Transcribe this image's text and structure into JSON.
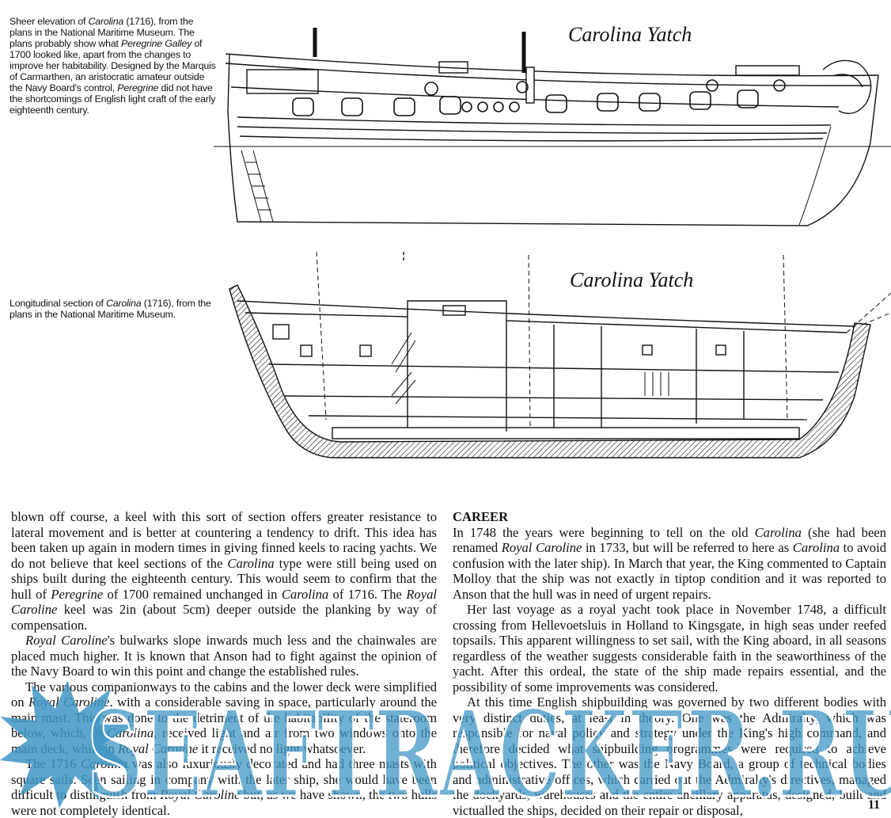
{
  "figures": {
    "sheer": {
      "title": "Carolina Yatch",
      "caption": [
        [
          "Sheer elevation of ",
          false
        ],
        [
          "Carolina",
          true
        ],
        [
          " (1716), from the plans in the National Maritime Museum. The plans probably show what ",
          false
        ],
        [
          "Peregrine Galley",
          true
        ],
        [
          " of 1700 looked like, apart from the changes to improve her habitability. Designed by the Marquis of Carmarthen, an aristocratic amateur outside the Navy Board's control, ",
          false
        ],
        [
          "Peregrine",
          true
        ],
        [
          " did not have the shortcomings of English light craft of the early eighteenth century.",
          false
        ]
      ]
    },
    "section": {
      "title": "Carolina Yatch",
      "caption": [
        [
          "Longitudinal section of ",
          false
        ],
        [
          "Carolina",
          true
        ],
        [
          " (1716), from the plans in the National Maritime Museum.",
          false
        ]
      ]
    }
  },
  "left_column": [
    {
      "indent": false,
      "segments": [
        [
          "blown off course, a keel with this sort of section offers greater resistance to lateral movement and is better at countering a tendency to drift. This idea has been taken up again in modern times in giving finned keels to racing yachts. We do not believe that keel sections of the ",
          false
        ],
        [
          "Carolina",
          true
        ],
        [
          " type were still being used on ships built during the eighteenth century. This would seem to confirm that the hull of ",
          false
        ],
        [
          "Peregrine",
          true
        ],
        [
          " of 1700 remained unchanged in ",
          false
        ],
        [
          "Carolina",
          true
        ],
        [
          " of 1716. The ",
          false
        ],
        [
          "Royal Caroline",
          true
        ],
        [
          " keel was 2in (about 5cm) deeper outside the planking by way of compensation.",
          false
        ]
      ]
    },
    {
      "indent": true,
      "segments": [
        [
          "Royal Caroline",
          true
        ],
        [
          "'s bulwarks slope inwards much less and the chainwales are placed much higher. It is known that Anson had to fight against the opinion of the Navy Board to win this point and change the established rules.",
          false
        ]
      ]
    },
    {
      "indent": true,
      "segments": [
        [
          "The various companionways to the cabins and the lower deck were simplified on ",
          false
        ],
        [
          "Royal Caroline",
          true
        ],
        [
          ", with a considerable saving in space, particularly around the main mast. This was done to the detriment of the habitability of the stateroom below, which, in ",
          false
        ],
        [
          "Carolina",
          true
        ],
        [
          ", received light and air from two windows onto the main deck, while in ",
          false
        ],
        [
          "Royal Caroline",
          true
        ],
        [
          " it received no light whatsoever.",
          false
        ]
      ]
    },
    {
      "indent": true,
      "segments": [
        [
          "The 1716 ",
          false
        ],
        [
          "Carolina",
          true
        ],
        [
          " was also luxuriously decorated and had three masts with square sails. Seen sailing in company with the later ship, she would have been difficult to distinguish from ",
          false
        ],
        [
          "Royal Caroline",
          true
        ],
        [
          " but, as we have shown, the two hulls were not completely identical.",
          false
        ]
      ]
    }
  ],
  "right_column": {
    "heading": "CAREER",
    "paragraphs": [
      {
        "indent": false,
        "segments": [
          [
            "In 1748 the years were beginning to tell on the old ",
            false
          ],
          [
            "Carolina",
            true
          ],
          [
            " (she had been renamed ",
            false
          ],
          [
            "Royal Caroline",
            true
          ],
          [
            " in 1733, but will be referred to here as ",
            false
          ],
          [
            "Carolina",
            true
          ],
          [
            " to avoid confusion with the later ship). In March that year, the King commented to Captain Molloy that the ship was not exactly in tiptop condition and it was reported to Anson that the hull was in need of urgent repairs.",
            false
          ]
        ]
      },
      {
        "indent": true,
        "segments": [
          [
            "Her last voyage as a royal yacht took place in November 1748, a difficult crossing from Hellevoetsluis in Holland to Kingsgate, in high seas under reefed topsails. This apparent willingness to set sail, with the King aboard, in all seasons regardless of the weather suggests considerable faith in the seaworthiness of the yacht. After this ordeal, the state of the ship made repairs essential, and the possibility of some improvements was considered.",
            false
          ]
        ]
      },
      {
        "indent": true,
        "segments": [
          [
            "At this time English shipbuilding was governed by two different bodies with very distinct duties, at least in theory. One was the Admiralty, which was responsible for naval policy and strategy under the King's high command, and therefore decided what shipbuilding programmes were required to achieve political objectives. The other was the Navy Board, a group of technical bodies and administrative offices, which carried out the Admiralty's directives, managed the dockyards, warehouses and the entire ancillary apparatus, designed, built and victualled the ships, decided on their repair or disposal,",
            false
          ]
        ]
      }
    ]
  },
  "watermark": "SEAFTRACKER.RU",
  "page_number": "11",
  "colors": {
    "watermark": "#3f95c4",
    "ink": "#111111"
  }
}
